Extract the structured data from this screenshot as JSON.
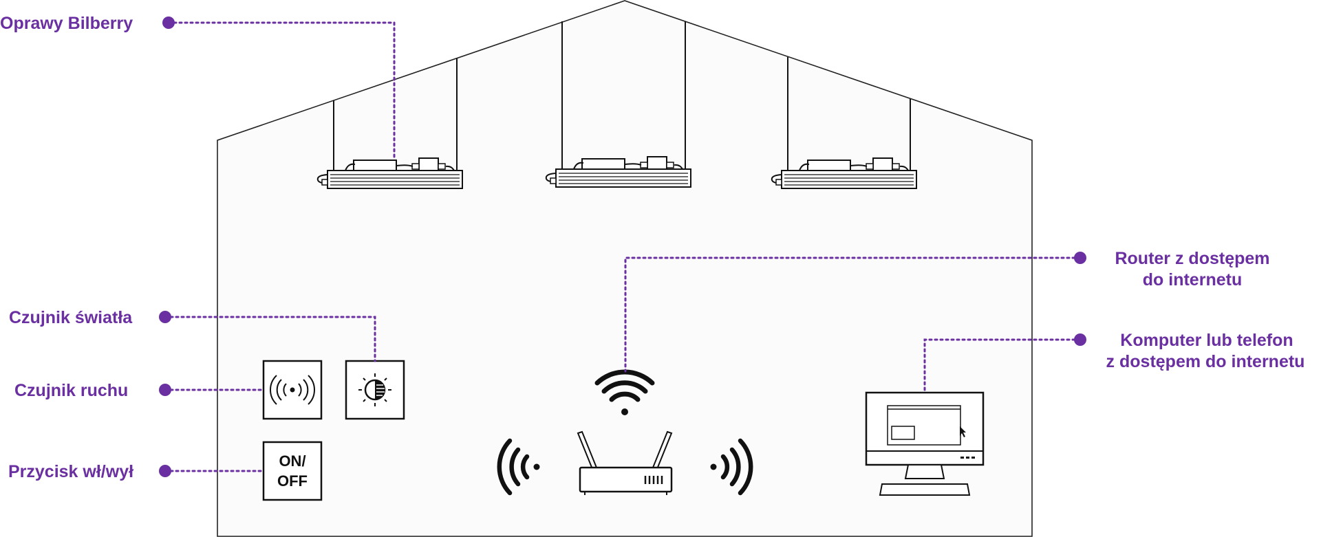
{
  "labels": {
    "fixtures": "Oprawy Bilberry",
    "light_sensor": "Czujnik światła",
    "motion_sensor": "Czujnik ruchu",
    "on_off_button": "Przycisk wł/wył",
    "router_line1": "Router z dostępem",
    "router_line2": "do internetu",
    "computer_line1": "Komputer lub telefon",
    "computer_line2": "z dostępem do internetu"
  },
  "button_text": {
    "line1": "ON/",
    "line2": "OFF"
  },
  "colors": {
    "accent": "#6a2fa0",
    "outline": "#111111",
    "background": "#fbfbfb"
  },
  "icons": [
    "light-fixture-icon",
    "motion-sensor-icon",
    "light-sensor-icon",
    "wifi-icon",
    "router-icon",
    "computer-monitor-icon",
    "cursor-icon"
  ]
}
